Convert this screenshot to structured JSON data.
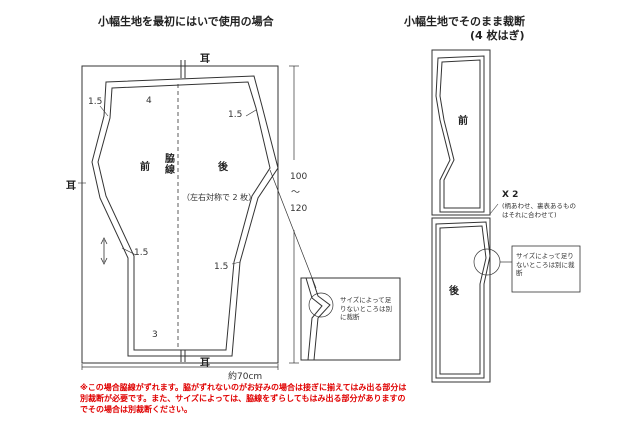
{
  "left": {
    "title": "小幅生地を最初にはいで使用の場合",
    "ear_top": "耳",
    "ear_bottom": "耳",
    "ear_left": "耳",
    "front": "前",
    "back": "後",
    "side_seam": "脇線",
    "symmetric_note": "（左右対称で 2 枚）",
    "dims": {
      "top_seam": "4",
      "left_top": "1.5",
      "right_top": "1.5",
      "left_mid": "1.5",
      "right_mid": "1.5",
      "bottom": "3",
      "length_min": "100",
      "length_sep": "～",
      "length_max": "120",
      "width": "約70cm"
    },
    "inset_text": "サイズによって足りないところは別に裁断"
  },
  "right": {
    "title": "小幅生地でそのまま裁断",
    "subtitle": "(4 枚はぎ)",
    "front": "前",
    "back": "後",
    "multiplier": "X 2",
    "multiplier_note": "(柄あわせ、裏表あるものはそれに合わせて)",
    "inset_text": "サイズによって足りないところは別に裁断"
  },
  "footer_note": "※この場合脇線がずれます。脇がずれないのがお好みの場合は接ぎに揃えてはみ出る部分は別裁断が必要です。また、サイズによっては、脇線をずらしてもはみ出る部分がありますのでその場合は別裁断ください。"
}
